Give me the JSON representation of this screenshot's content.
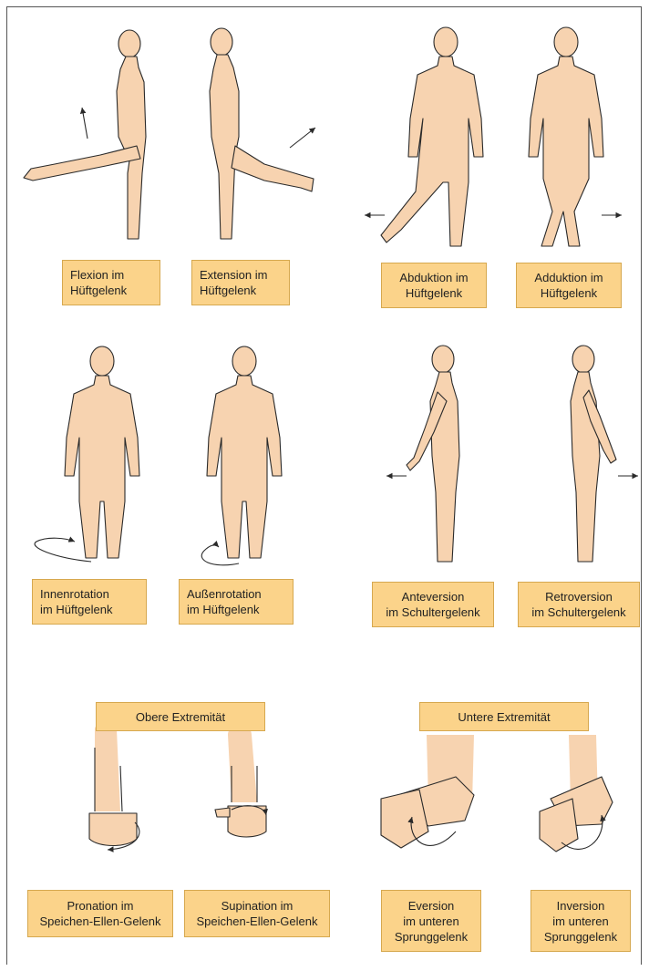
{
  "colors": {
    "skin": "#f7d3b0",
    "outline": "#2a2a2a",
    "label_bg": "#fbd38a",
    "label_border": "#d6a84f"
  },
  "labels": {
    "flexion": [
      "Flexion im",
      "Hüftgelenk"
    ],
    "extension": [
      "Extension im",
      "Hüftgelenk"
    ],
    "abduktion": [
      "Abduktion im",
      "Hüftgelenk"
    ],
    "adduktion": [
      "Adduktion im",
      "Hüftgelenk"
    ],
    "innenrotation": [
      "Innenrotation",
      "im Hüftgelenk"
    ],
    "aussenrotation": [
      "Außenrotation",
      "im Hüftgelenk"
    ],
    "anteversion": [
      "Anteversion",
      "im Schultergelenk"
    ],
    "retroversion": [
      "Retroversion",
      "im Schultergelenk"
    ],
    "obere": [
      "Obere Extremität"
    ],
    "untere": [
      "Untere Extremität"
    ],
    "pronation": [
      "Pronation im",
      "Speichen-Ellen-Gelenk"
    ],
    "supination": [
      "Supination im",
      "Speichen-Ellen-Gelenk"
    ],
    "eversion": [
      "Eversion",
      "im unteren",
      "Sprunggelenk"
    ],
    "inversion": [
      "Inversion",
      "im unteren",
      "Sprunggelenk"
    ]
  }
}
